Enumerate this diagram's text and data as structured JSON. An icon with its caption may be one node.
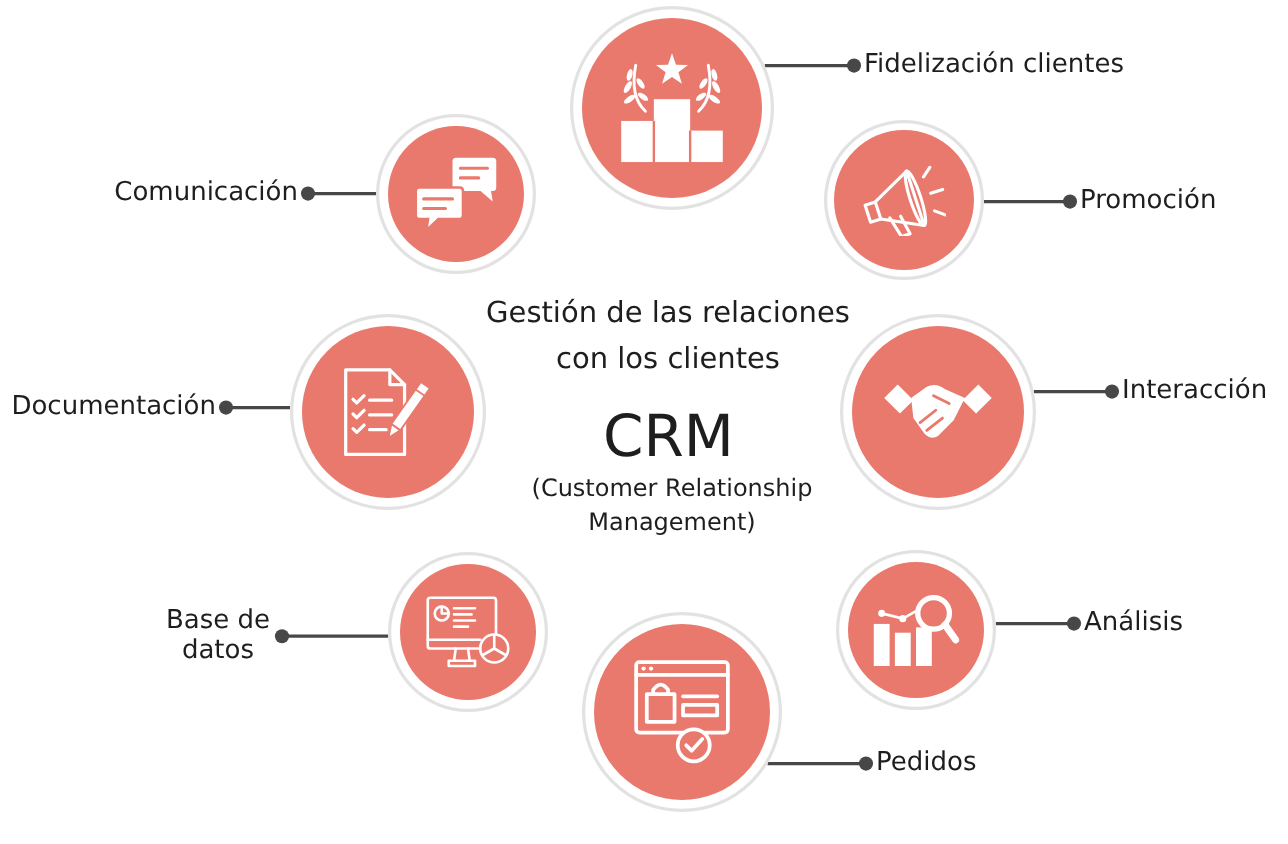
{
  "diagram": {
    "nodes": [
      {
        "text": [],
        "shape": "circle"
      },
      {
        "text": [
          "Fidelización clientes"
        ]
      },
      {
        "text": [
          "Comunicación"
        ]
      },
      {
        "text": [],
        "shape": "circle"
      },
      {
        "text": [],
        "shape": "circle"
      },
      {
        "text": [
          "Promoción"
        ]
      },
      {
        "text": [
          "Documentación"
        ]
      },
      {
        "text": [],
        "shape": "circle"
      },
      {
        "text": [],
        "shape": "circle"
      },
      {
        "text": [
          "Interacción"
        ]
      },
      {
        "text": [
          "Base de datos"
        ]
      },
      {
        "text": [],
        "shape": "circle"
      },
      {
        "text": [],
        "shape": "circle"
      },
      {
        "text": [
          "Análisis"
        ]
      },
      {
        "text": [],
        "shape": "circle"
      },
      {
        "text": [
          "Pedidos"
        ]
      }
    ],
    "edges": [
      {
        "from": 1,
        "to": 0,
        "arrow": "other"
      },
      {
        "from": 2,
        "to": 3,
        "arrow": "other"
      },
      {
        "from": 5,
        "to": 4,
        "arrow": "other"
      },
      {
        "from": 6,
        "to": 7,
        "arrow": "other"
      },
      {
        "from": 9,
        "to": 8,
        "arrow": "other"
      },
      {
        "from": 10,
        "to": 11,
        "arrow": "other"
      },
      {
        "from": 13,
        "to": 12,
        "arrow": "other"
      },
      {
        "from": 15,
        "to": 14,
        "arrow": "other"
      }
    ],
    "labels": [
      "Gestión de las relaciones con los clientes",
      "CRM",
      "(Customer Relationship Management)"
    ]
  }
}
